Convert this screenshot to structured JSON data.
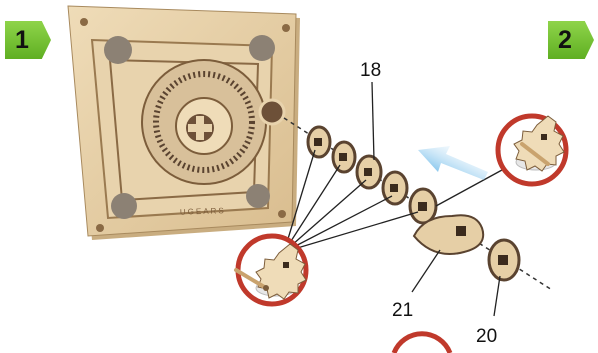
{
  "steps": [
    {
      "number": "1"
    },
    {
      "number": "2"
    }
  ],
  "panel": {
    "brand": "UGEARS"
  },
  "part_labels": {
    "p18": "18",
    "p21": "21",
    "p20": "20"
  },
  "colors": {
    "step_badge": "#6cbd2f",
    "wood": "#e6cfa6",
    "wood_dark": "#8a6a45",
    "red_ring": "#c0392b",
    "arrow": "#2b9be0"
  }
}
